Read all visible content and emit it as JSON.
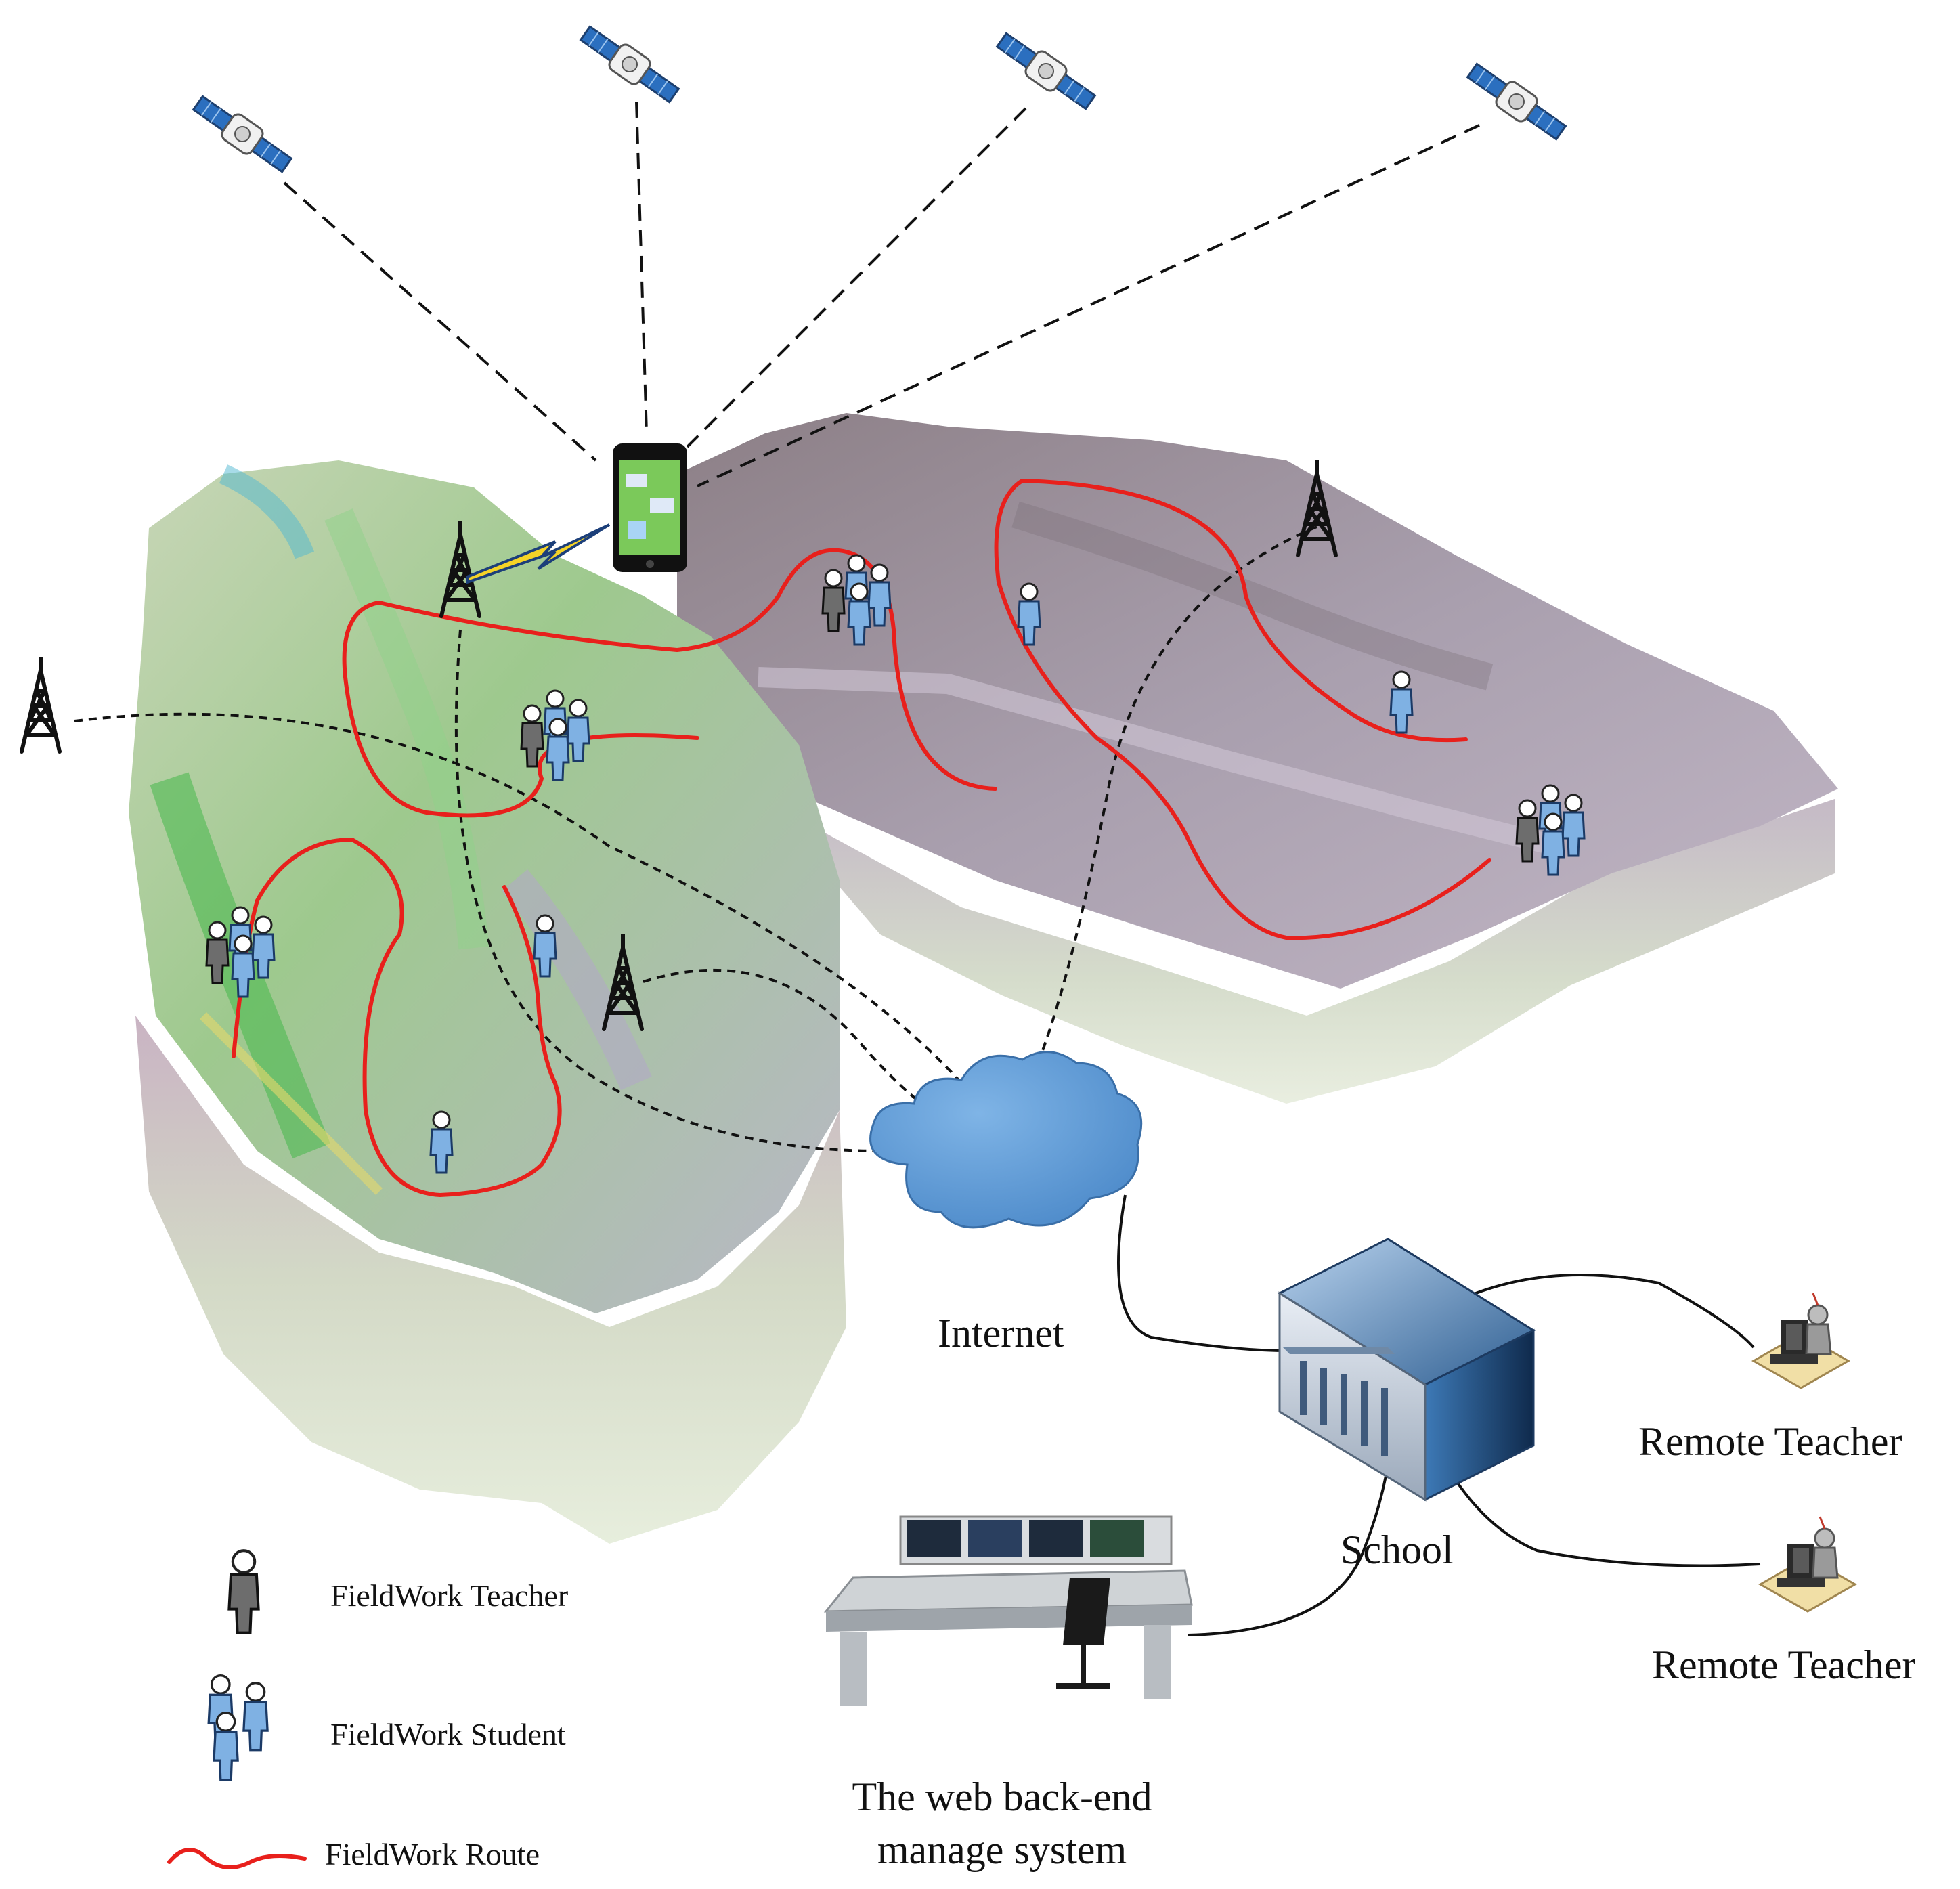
{
  "labels": {
    "internet": "Internet",
    "school": "School",
    "remote_teacher_1": "Remote Teacher",
    "remote_teacher_2": "Remote Teacher",
    "backend_line1": "The web back-end",
    "backend_line2": "manage system"
  },
  "legend": {
    "teacher": "FieldWork Teacher",
    "student": "FieldWork Student",
    "route": "FieldWork Route"
  },
  "colors": {
    "route": "#e8201c",
    "cloud": "#5b9bd5",
    "student_body": "#7fb1e3",
    "teacher_body": "#6d6d6d",
    "link": "#111111"
  },
  "icons": [
    "satellite-icon",
    "phone-icon",
    "tower-icon",
    "cloud-icon",
    "school-building-icon",
    "remote-teacher-icon",
    "control-desk-icon",
    "teacher-icon",
    "student-icon"
  ]
}
